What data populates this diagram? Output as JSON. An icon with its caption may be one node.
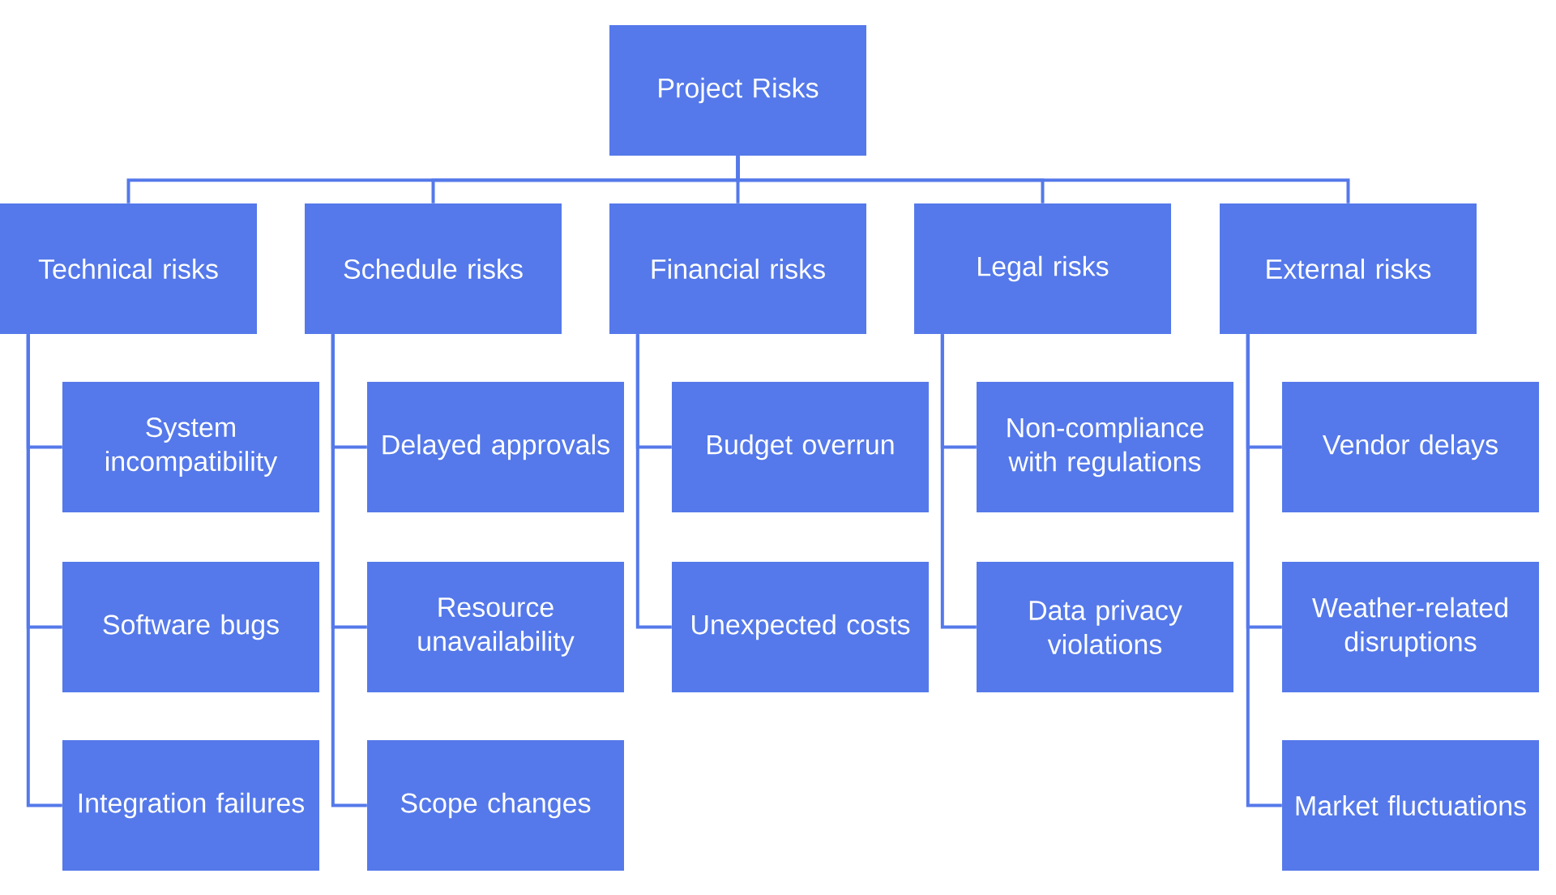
{
  "diagram": {
    "nodes": [
      {
        "text": [
          "Project Risks"
        ]
      },
      {
        "text": [
          "Technical risks"
        ]
      },
      {
        "text": [
          "Schedule risks"
        ]
      },
      {
        "text": [
          "Financial risks"
        ]
      },
      {
        "text": [
          "Legal risks"
        ]
      },
      {
        "text": [
          "External risks"
        ]
      },
      {
        "text": [
          "System incompatibility"
        ]
      },
      {
        "text": [
          "Software bugs"
        ]
      },
      {
        "text": [
          "Integration failures"
        ]
      },
      {
        "text": [
          "Delayed approvals"
        ]
      },
      {
        "text": [
          "Resource unavailability"
        ]
      },
      {
        "text": [
          "Scope changes"
        ]
      },
      {
        "text": [
          "Budget overrun"
        ]
      },
      {
        "text": [
          "Unexpected costs"
        ]
      },
      {
        "text": [
          "Non-compliance with regulations"
        ]
      },
      {
        "text": [
          "Data privacy violations"
        ]
      },
      {
        "text": [
          "Vendor delays"
        ]
      },
      {
        "text": [
          "Weather-related disruptions"
        ]
      },
      {
        "text": [
          "Market fluctuations"
        ]
      }
    ],
    "edges": [
      {
        "from": 0,
        "to": 1,
        "arrow": "none"
      },
      {
        "from": 0,
        "to": 2,
        "arrow": "none"
      },
      {
        "from": 0,
        "to": 3,
        "arrow": "none"
      },
      {
        "from": 0,
        "to": 4,
        "arrow": "none"
      },
      {
        "from": 0,
        "to": 5,
        "arrow": "none"
      },
      {
        "from": 1,
        "to": 6,
        "arrow": "none"
      },
      {
        "from": 1,
        "to": 7,
        "arrow": "none"
      },
      {
        "from": 1,
        "to": 8,
        "arrow": "none"
      },
      {
        "from": 2,
        "to": 9,
        "arrow": "none"
      },
      {
        "from": 2,
        "to": 10,
        "arrow": "none"
      },
      {
        "from": 2,
        "to": 11,
        "arrow": "none"
      },
      {
        "from": 3,
        "to": 12,
        "arrow": "none"
      },
      {
        "from": 3,
        "to": 13,
        "arrow": "none"
      },
      {
        "from": 4,
        "to": 14,
        "arrow": "none"
      },
      {
        "from": 4,
        "to": 15,
        "arrow": "none"
      },
      {
        "from": 5,
        "to": 16,
        "arrow": "none"
      },
      {
        "from": 5,
        "to": 17,
        "arrow": "none"
      },
      {
        "from": 5,
        "to": 18,
        "arrow": "none"
      }
    ]
  }
}
